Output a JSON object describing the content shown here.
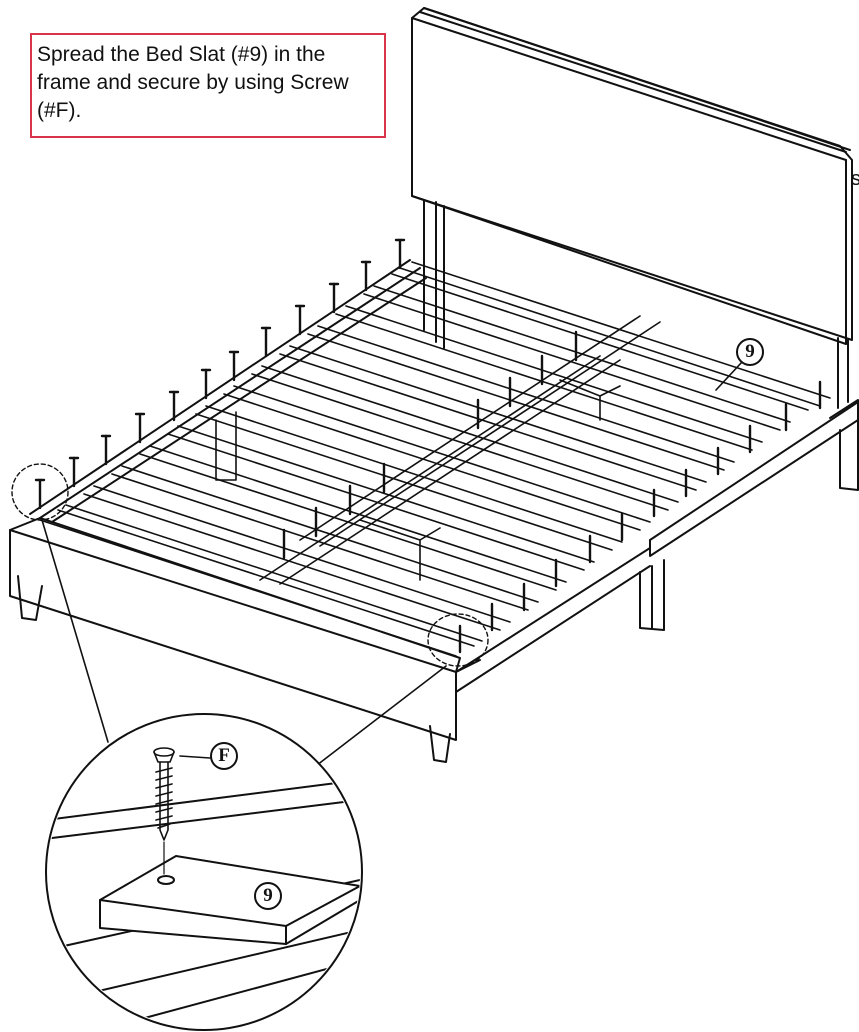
{
  "instruction": {
    "text": "Spread the Bed Slat (#9) in the frame and secure by using Screw (#F)."
  },
  "stray_text": "s",
  "part_labels": {
    "slat_label": "9",
    "screw_label": "F",
    "detail_slat_label": "9"
  },
  "colors": {
    "instruction_border": "#d9344a",
    "line": "#111111"
  }
}
